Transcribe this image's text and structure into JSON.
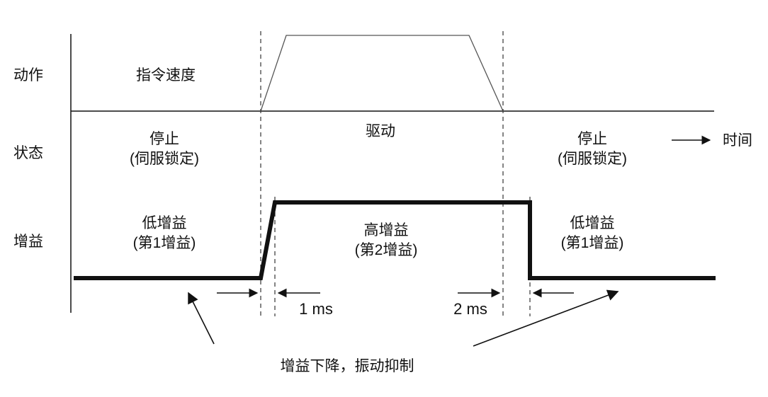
{
  "diagram": {
    "rows": {
      "action": "动作",
      "status": "状态",
      "gain": "增益"
    },
    "action_row": {
      "command_speed": "指令速度"
    },
    "status_row": {
      "stop_left": {
        "line1": "停止",
        "line2": "(伺服锁定)"
      },
      "drive": "驱动",
      "stop_right": {
        "line1": "停止",
        "line2": "(伺服锁定)"
      },
      "time": "时间"
    },
    "gain_row": {
      "low_left": {
        "line1": "低增益",
        "line2": "(第1增益)"
      },
      "high": {
        "line1": "高增益",
        "line2": "(第2增益)"
      },
      "low_right": {
        "line1": "低增益",
        "line2": "(第1增益)"
      }
    },
    "timings": {
      "t1": "1 ms",
      "t2": "2 ms"
    },
    "annotation": "增益下降，振动抑制",
    "colors": {
      "line": "#111111",
      "background": "#ffffff"
    }
  }
}
